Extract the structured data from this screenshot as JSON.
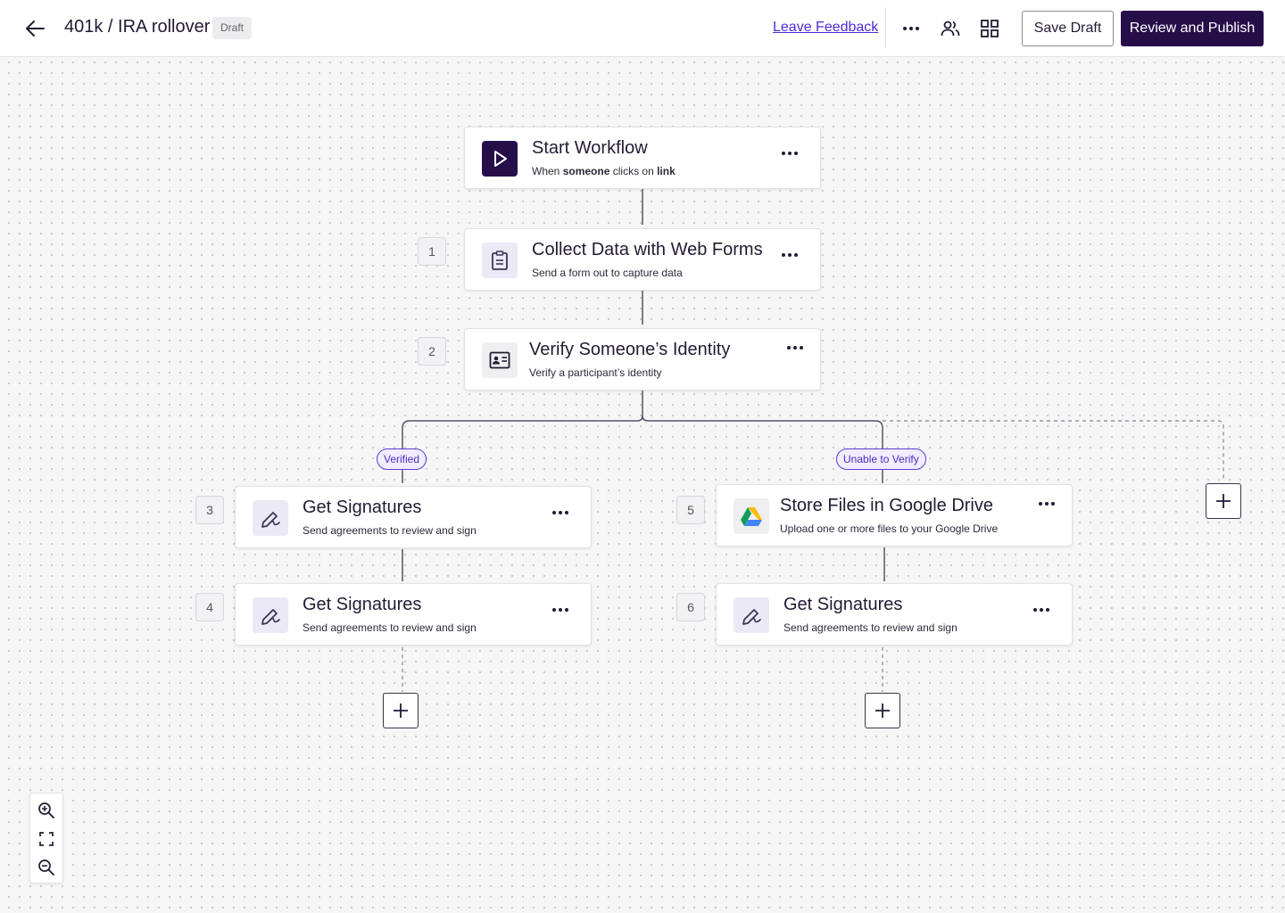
{
  "header": {
    "title": "401k / IRA rollover",
    "status_badge": "Draft",
    "feedback_link": "Leave Feedback",
    "save_draft_label": "Save Draft",
    "publish_label": "Review and Publish"
  },
  "workflow": {
    "start": {
      "title": "Start Workflow",
      "subtitle_prefix": "When",
      "subtitle_actor": "someone",
      "subtitle_middle": "clicks on",
      "subtitle_target": "link"
    },
    "steps": [
      {
        "number": "1",
        "title": "Collect Data with Web Forms",
        "subtitle": "Send a form out to capture data",
        "icon": "clipboard-icon"
      },
      {
        "number": "2",
        "title": "Verify Someone’s Identity",
        "subtitle": "Verify a participant’s identity",
        "icon": "id-card-icon"
      },
      {
        "number": "3",
        "title": "Get Signatures",
        "subtitle": "Send agreements to review and sign",
        "icon": "signature-icon"
      },
      {
        "number": "4",
        "title": "Get Signatures",
        "subtitle": "Send agreements to review and sign",
        "icon": "signature-icon"
      },
      {
        "number": "5",
        "title": "Store Files in Google Drive",
        "subtitle": "Upload one or more files to your Google Drive",
        "icon": "google-drive-icon"
      },
      {
        "number": "6",
        "title": "Get Signatures",
        "subtitle": "Send agreements to review and sign",
        "icon": "signature-icon"
      }
    ],
    "branches": [
      {
        "label": "Verified"
      },
      {
        "label": "Unable to Verify"
      }
    ]
  },
  "colors": {
    "primary": "#260e49",
    "accent": "#4c2bd6",
    "branch_label_bg": "#f1edff"
  }
}
